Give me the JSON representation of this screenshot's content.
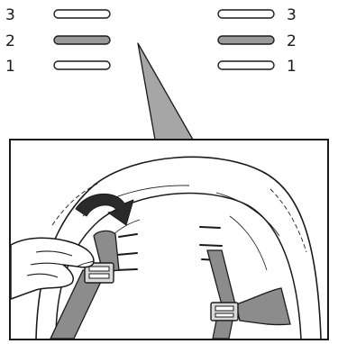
{
  "slot_guide": {
    "left": [
      {
        "label": "3",
        "highlighted": false
      },
      {
        "label": "2",
        "highlighted": true
      },
      {
        "label": "1",
        "highlighted": false
      }
    ],
    "right": [
      {
        "label": "3",
        "highlighted": false
      },
      {
        "label": "2",
        "highlighted": true
      },
      {
        "label": "1",
        "highlighted": false
      }
    ]
  },
  "colors": {
    "line": "#1a1a1a",
    "highlight": "#9a9a9a",
    "strap": "#8c8c8c",
    "paper": "#ffffff"
  },
  "icons": {
    "direction_arrow": "curved-arrow-icon",
    "hand": "hand-icon",
    "buckle": "buckle-icon"
  }
}
